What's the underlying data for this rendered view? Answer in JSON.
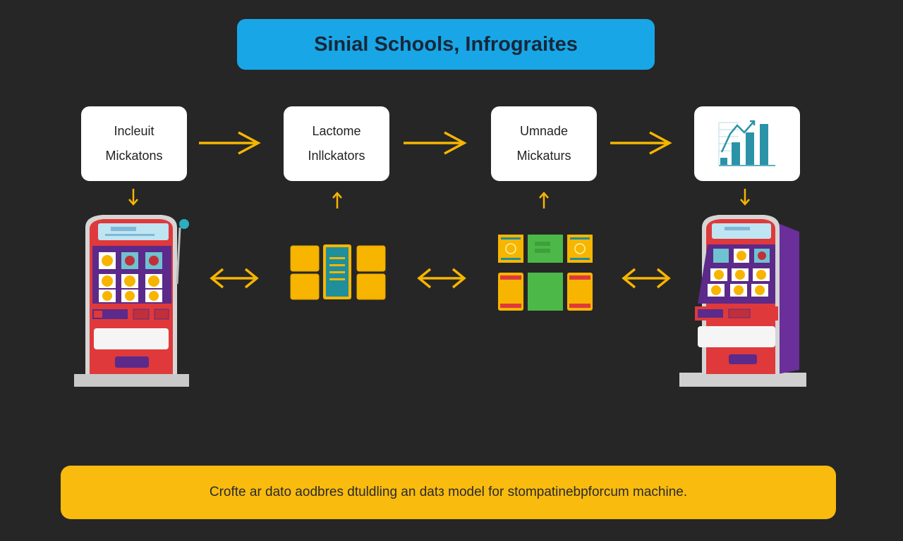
{
  "title": "Sinial Schools, Infrograites",
  "steps": [
    {
      "line1": "Incleuit",
      "line2": "Mickatons"
    },
    {
      "line1": "Lactome",
      "line2": "Inllckators"
    },
    {
      "line1": "Umnade",
      "line2": "Mickaturs"
    }
  ],
  "icons": {
    "step4": "bar-chart-icon",
    "left_machine": "slot-machine-icon",
    "right_machine": "slot-machine-icon",
    "middle_tiles": "tile-grid-icon",
    "right_tiles": "card-grid-icon"
  },
  "footer": "Crofte ar dato aodbres dtuldling an datз model for stompatinebpforcum machine.",
  "colors": {
    "accent": "#f9bb0e",
    "title_bg": "#19a6e6",
    "background": "#262626"
  }
}
